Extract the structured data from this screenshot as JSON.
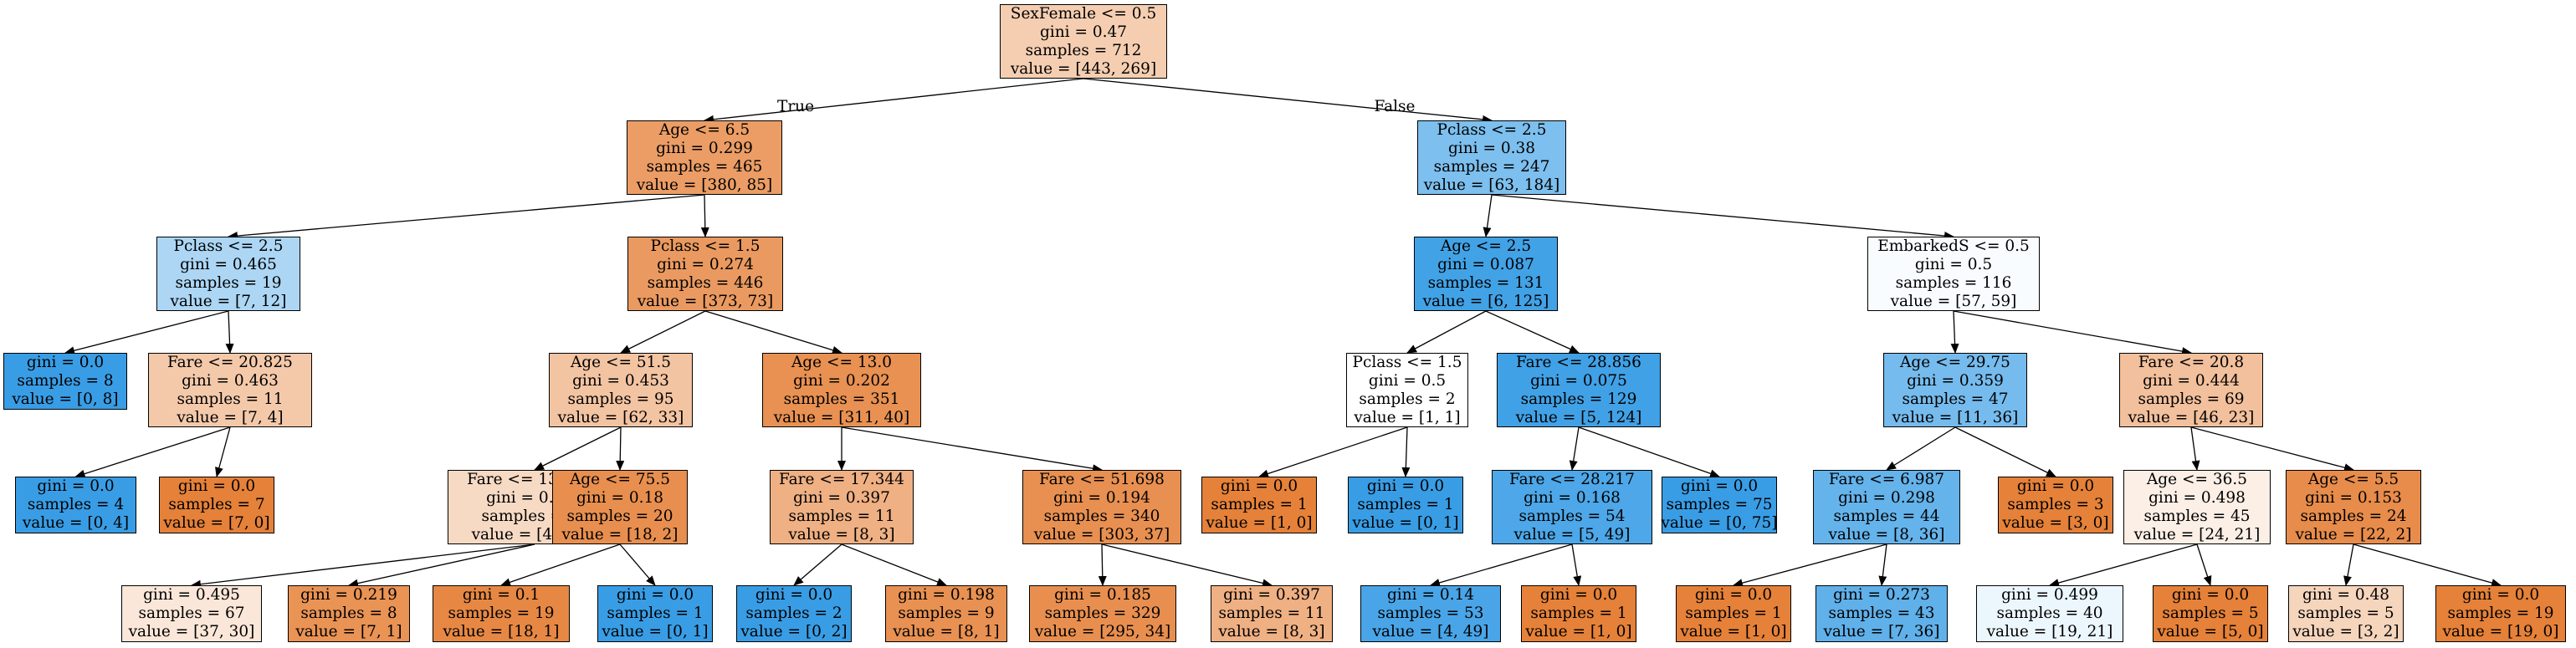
{
  "edge_labels": {
    "true_label": "True",
    "false_label": "False"
  },
  "tree": {
    "nodes": [
      {
        "id": "root",
        "lines": [
          "SexFemale <= 0.5",
          "gini = 0.47",
          "samples = 712",
          "value = [443, 269]"
        ],
        "fill": "#f5ceb1"
      },
      {
        "id": "n1",
        "lines": [
          "Age <= 6.5",
          "gini = 0.299",
          "samples = 465",
          "value = [380, 85]"
        ],
        "fill": "#eb9d65"
      },
      {
        "id": "n2",
        "lines": [
          "Pclass <= 2.5",
          "gini = 0.465",
          "samples = 19",
          "value = [7, 12]"
        ],
        "fill": "#acd6f4"
      },
      {
        "id": "n3",
        "lines": [
          "gini = 0.0",
          "samples = 8",
          "value = [0, 8]"
        ],
        "fill": "#399de5"
      },
      {
        "id": "n4",
        "lines": [
          "Fare <= 20.825",
          "gini = 0.463",
          "samples = 11",
          "value = [7, 4]"
        ],
        "fill": "#f4c9aa"
      },
      {
        "id": "n5",
        "lines": [
          "gini = 0.0",
          "samples = 4",
          "value = [0, 4]"
        ],
        "fill": "#399de5"
      },
      {
        "id": "n6",
        "lines": [
          "gini = 0.0",
          "samples = 7",
          "value = [7, 0]"
        ],
        "fill": "#e58139"
      },
      {
        "id": "n7",
        "lines": [
          "Pclass <= 1.5",
          "gini = 0.274",
          "samples = 446",
          "value = [373, 73]"
        ],
        "fill": "#ea9a60"
      },
      {
        "id": "n8",
        "lines": [
          "Age <= 51.5",
          "gini = 0.453",
          "samples = 95",
          "value = [62, 33]"
        ],
        "fill": "#f3c4a2"
      },
      {
        "id": "n9",
        "lines": [
          "Fare <= 134.642",
          "gini = 0.485",
          "samples = 75",
          "value = [44, 31]"
        ],
        "fill": "#f7dac4"
      },
      {
        "id": "n10",
        "lines": [
          "gini = 0.495",
          "samples = 67",
          "value = [37, 30]"
        ],
        "fill": "#fae7d9"
      },
      {
        "id": "n11",
        "lines": [
          "gini = 0.219",
          "samples = 8",
          "value = [7, 1]"
        ],
        "fill": "#e99355"
      },
      {
        "id": "n12",
        "lines": [
          "Age <= 75.5",
          "gini = 0.18",
          "samples = 20",
          "value = [18, 2]"
        ],
        "fill": "#e88f4f"
      },
      {
        "id": "n13",
        "lines": [
          "gini = 0.1",
          "samples = 19",
          "value = [18, 1]"
        ],
        "fill": "#e68844"
      },
      {
        "id": "n14",
        "lines": [
          "gini = 0.0",
          "samples = 1",
          "value = [0, 1]"
        ],
        "fill": "#399de5"
      },
      {
        "id": "n15",
        "lines": [
          "Age <= 13.0",
          "gini = 0.202",
          "samples = 351",
          "value = [311, 40]"
        ],
        "fill": "#e89152"
      },
      {
        "id": "n16",
        "lines": [
          "Fare <= 17.344",
          "gini = 0.397",
          "samples = 11",
          "value = [8, 3]"
        ],
        "fill": "#efb083"
      },
      {
        "id": "n17",
        "lines": [
          "gini = 0.0",
          "samples = 2",
          "value = [0, 2]"
        ],
        "fill": "#399de5"
      },
      {
        "id": "n18",
        "lines": [
          "gini = 0.198",
          "samples = 9",
          "value = [8, 1]"
        ],
        "fill": "#e89152"
      },
      {
        "id": "n19",
        "lines": [
          "Fare <= 51.698",
          "gini = 0.194",
          "samples = 340",
          "value = [303, 37]"
        ],
        "fill": "#e89051"
      },
      {
        "id": "n20",
        "lines": [
          "gini = 0.185",
          "samples = 329",
          "value = [295, 34]"
        ],
        "fill": "#e88f50"
      },
      {
        "id": "n21",
        "lines": [
          "gini = 0.397",
          "samples = 11",
          "value = [8, 3]"
        ],
        "fill": "#efb083"
      },
      {
        "id": "n22",
        "lines": [
          "Pclass <= 2.5",
          "gini = 0.38",
          "samples = 247",
          "value = [63, 184]"
        ],
        "fill": "#7dbfee"
      },
      {
        "id": "n23",
        "lines": [
          "Age <= 2.5",
          "gini = 0.087",
          "samples = 131",
          "value = [6, 125]"
        ],
        "fill": "#42a2e6"
      },
      {
        "id": "n24",
        "lines": [
          "Pclass <= 1.5",
          "gini = 0.5",
          "samples = 2",
          "value = [1, 1]"
        ],
        "fill": "#ffffff"
      },
      {
        "id": "n25",
        "lines": [
          "gini = 0.0",
          "samples = 1",
          "value = [1, 0]"
        ],
        "fill": "#e58139"
      },
      {
        "id": "n26",
        "lines": [
          "gini = 0.0",
          "samples = 1",
          "value = [0, 1]"
        ],
        "fill": "#399de5"
      },
      {
        "id": "n27",
        "lines": [
          "Fare <= 28.856",
          "gini = 0.075",
          "samples = 129",
          "value = [5, 124]"
        ],
        "fill": "#41a1e6"
      },
      {
        "id": "n28",
        "lines": [
          "Fare <= 28.217",
          "gini = 0.168",
          "samples = 54",
          "value = [5, 49]"
        ],
        "fill": "#4da7e8"
      },
      {
        "id": "n29",
        "lines": [
          "gini = 0.14",
          "samples = 53",
          "value = [4, 49]"
        ],
        "fill": "#49a5e7"
      },
      {
        "id": "n30",
        "lines": [
          "gini = 0.0",
          "samples = 1",
          "value = [1, 0]"
        ],
        "fill": "#e58139"
      },
      {
        "id": "n31",
        "lines": [
          "gini = 0.0",
          "samples = 75",
          "value = [0, 75]"
        ],
        "fill": "#399de5"
      },
      {
        "id": "n32",
        "lines": [
          "EmbarkedS <= 0.5",
          "gini = 0.5",
          "samples = 116",
          "value = [57, 59]"
        ],
        "fill": "#f8fcfe"
      },
      {
        "id": "n33",
        "lines": [
          "Age <= 29.75",
          "gini = 0.359",
          "samples = 47",
          "value = [11, 36]"
        ],
        "fill": "#76bbed"
      },
      {
        "id": "n34",
        "lines": [
          "Fare <= 6.987",
          "gini = 0.298",
          "samples = 44",
          "value = [8, 36]"
        ],
        "fill": "#65b3eb"
      },
      {
        "id": "n35",
        "lines": [
          "gini = 0.0",
          "samples = 1",
          "value = [1, 0]"
        ],
        "fill": "#e58139"
      },
      {
        "id": "n36",
        "lines": [
          "gini = 0.273",
          "samples = 43",
          "value = [7, 36]"
        ],
        "fill": "#60b0ea"
      },
      {
        "id": "n37",
        "lines": [
          "gini = 0.0",
          "samples = 3",
          "value = [3, 0]"
        ],
        "fill": "#e58139"
      },
      {
        "id": "n38",
        "lines": [
          "Fare <= 20.8",
          "gini = 0.444",
          "samples = 69",
          "value = [46, 23]"
        ],
        "fill": "#f2c09c"
      },
      {
        "id": "n39",
        "lines": [
          "Age <= 36.5",
          "gini = 0.498",
          "samples = 45",
          "value = [24, 21]"
        ],
        "fill": "#fcefe6"
      },
      {
        "id": "n40",
        "lines": [
          "gini = 0.499",
          "samples = 40",
          "value = [19, 21]"
        ],
        "fill": "#ecf6fd"
      },
      {
        "id": "n41",
        "lines": [
          "gini = 0.0",
          "samples = 5",
          "value = [5, 0]"
        ],
        "fill": "#e58139"
      },
      {
        "id": "n42",
        "lines": [
          "Age <= 5.5",
          "gini = 0.153",
          "samples = 24",
          "value = [22, 2]"
        ],
        "fill": "#e78c4b"
      },
      {
        "id": "n43",
        "lines": [
          "gini = 0.48",
          "samples = 5",
          "value = [3, 2]"
        ],
        "fill": "#f6d5bd"
      },
      {
        "id": "n44",
        "lines": [
          "gini = 0.0",
          "samples = 19",
          "value = [19, 0]"
        ],
        "fill": "#e58139"
      }
    ],
    "edges": [
      [
        "root",
        "n1"
      ],
      [
        "root",
        "n22"
      ],
      [
        "n1",
        "n2"
      ],
      [
        "n1",
        "n7"
      ],
      [
        "n2",
        "n3"
      ],
      [
        "n2",
        "n4"
      ],
      [
        "n4",
        "n5"
      ],
      [
        "n4",
        "n6"
      ],
      [
        "n7",
        "n8"
      ],
      [
        "n7",
        "n15"
      ],
      [
        "n8",
        "n9"
      ],
      [
        "n8",
        "n12"
      ],
      [
        "n9",
        "n10"
      ],
      [
        "n9",
        "n11"
      ],
      [
        "n12",
        "n13"
      ],
      [
        "n12",
        "n14"
      ],
      [
        "n15",
        "n16"
      ],
      [
        "n15",
        "n19"
      ],
      [
        "n16",
        "n17"
      ],
      [
        "n16",
        "n18"
      ],
      [
        "n19",
        "n20"
      ],
      [
        "n19",
        "n21"
      ],
      [
        "n22",
        "n23"
      ],
      [
        "n22",
        "n32"
      ],
      [
        "n23",
        "n24"
      ],
      [
        "n23",
        "n27"
      ],
      [
        "n24",
        "n25"
      ],
      [
        "n24",
        "n26"
      ],
      [
        "n27",
        "n28"
      ],
      [
        "n27",
        "n31"
      ],
      [
        "n28",
        "n29"
      ],
      [
        "n28",
        "n30"
      ],
      [
        "n32",
        "n33"
      ],
      [
        "n32",
        "n38"
      ],
      [
        "n33",
        "n34"
      ],
      [
        "n33",
        "n37"
      ],
      [
        "n34",
        "n35"
      ],
      [
        "n34",
        "n36"
      ],
      [
        "n38",
        "n39"
      ],
      [
        "n38",
        "n42"
      ],
      [
        "n39",
        "n40"
      ],
      [
        "n39",
        "n41"
      ],
      [
        "n42",
        "n43"
      ],
      [
        "n42",
        "n44"
      ]
    ]
  }
}
